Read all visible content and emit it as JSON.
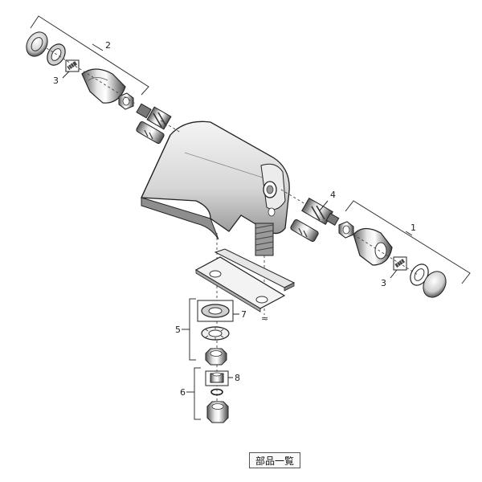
{
  "callouts": {
    "c1": "1",
    "c2": "2",
    "c3_left": "3",
    "c3_right": "3",
    "c4": "4",
    "c5": "5",
    "c6": "6",
    "c7": "7",
    "c8": "8"
  },
  "button": {
    "parts_list_label": "部品一覧"
  }
}
